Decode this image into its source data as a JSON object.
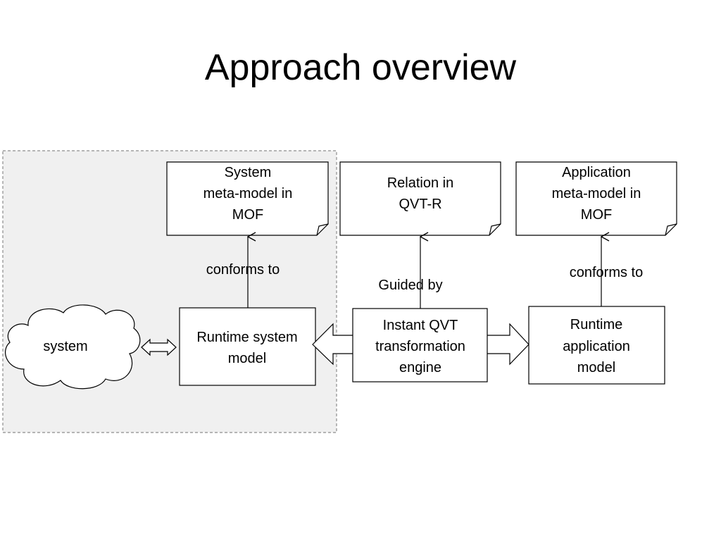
{
  "title": "Approach overview",
  "nodes": {
    "system": [
      "system"
    ],
    "runtime_system_model": [
      "Runtime system",
      "model"
    ],
    "system_meta_model": [
      "System",
      "meta-model in",
      "MOF"
    ],
    "relation_qvt": [
      "Relation in",
      "QVT-R"
    ],
    "app_meta_model": [
      "Application",
      "meta-model in",
      "MOF"
    ],
    "qvt_engine": [
      "Instant QVT",
      "transformation",
      "engine"
    ],
    "runtime_app_model": [
      "Runtime",
      "application",
      "model"
    ]
  },
  "edges": {
    "conforms_to_left": "conforms to",
    "guided_by": "Guided by",
    "conforms_to_right": "conforms to"
  },
  "colors": {
    "region_fill": "#f0f0f0",
    "region_stroke": "#8c8c8c",
    "stroke": "#000000",
    "node_fill": "#ffffff"
  }
}
